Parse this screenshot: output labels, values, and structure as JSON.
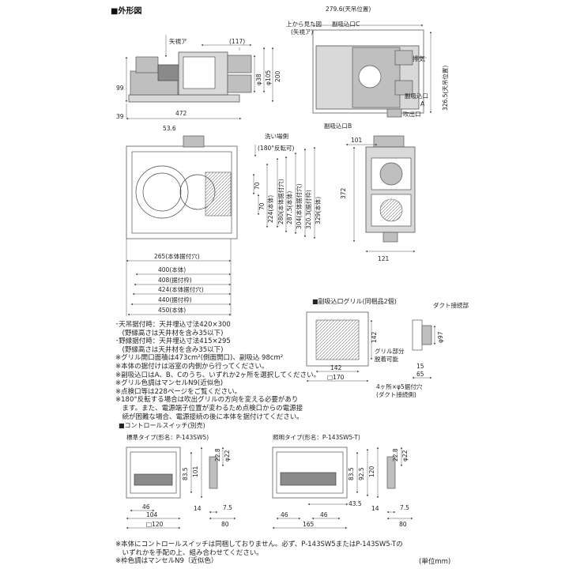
{
  "section_title": "■外形図",
  "top_left": {
    "arrow_view": "矢視ア",
    "dim_117": "(117)",
    "dim_99": "99",
    "dim_39": "39",
    "dim_472": "472",
    "dim_38": "φ38",
    "dim_105": "φ105",
    "dim_200": "200"
  },
  "top_right": {
    "dim_279_6": "279.6(天吊位置)",
    "from_above": "上から見た図",
    "arrow_view": "(矢視ア)",
    "sub_inlet_c": "副吸込口C",
    "exhaust": "排気",
    "dim_326_5": "326.5(天吊位置)",
    "sub_inlet_a": "副吸込口",
    "a": "A",
    "outlet": "吹出口",
    "sub_inlet_b": "副吸込口B"
  },
  "middle": {
    "dim_53_6": "53.6",
    "wash_side": "洗い場側",
    "rotatable": "(180°反転可)",
    "dim_70": "70",
    "dim_70b": "70",
    "dim_224": "224(本体)",
    "dim_280": "280(本体据付穴)",
    "dim_287_5": "287.5(本体)",
    "dim_304": "304(本体据付穴)",
    "dim_320_3": "320.3(据付枠)",
    "dim_329": "329(本体)",
    "dim_265": "265(本体据付穴)",
    "dim_400": "400(本体)",
    "dim_408": "408(据付枠)",
    "dim_424": "424(本体据付穴)",
    "dim_440": "440(据付枠)",
    "dim_450": "450(本体)"
  },
  "side_view": {
    "dim_101": "101",
    "dim_372": "372",
    "dim_121": "121"
  },
  "grille": {
    "title": "■副吸込口グリル(同梱品2個)",
    "duct_conn": "ダクト接続部",
    "dim_142v": "142",
    "dim_97": "φ97",
    "grille_part": "グリル部分",
    "removable": "脱着可能",
    "dim_142h": "142",
    "dim_170": "□170",
    "dim_15": "15",
    "dim_65": "65",
    "holes": "4ヶ所×φ5据付穴",
    "holes2": "(ダクト接続側)"
  },
  "notes": [
    "･天吊据付時：天井埋込寸法420×300",
    "　(野縁高さは天井材を含み35以下)",
    "･野縁据付時：天井埋込寸法415×295",
    "　(野縁高さは天井材を含み35以下)",
    "※グリル開口面積は473cm²(側面開口)、副吸込 98cm²",
    "※本体の据付けは浴室の内側から行ってください。",
    "※副吸込口はA、B、Cのうち、いずれか2ヶ所を選択してください。",
    "※グリル色調はマンセルN9(近似色)",
    "※点検口等は228ページをご覧ください。",
    "※180°反転する場合は吹出グリルの方向を変える必要があり",
    "　ます。また、電源端子位置が変わるため点検口からの電源接",
    "　続が困難な場合、電源接続の後に本体を据付けてください。"
  ],
  "switch": {
    "title": "■コントロールスイッチ(別売)",
    "std_type": "標準タイプ(形名：P-143SW5)",
    "light_type": "照明タイプ(形名：P-143SW5-T)",
    "s_83_5": "83.5",
    "s_101": "101",
    "s_22_8": "22.8",
    "s_22": "φ22",
    "s_46": "46",
    "s_104": "104",
    "s_120": "□120",
    "s_14": "14",
    "s_7_5": "7.5",
    "s_80": "80",
    "l_83_5": "83.5",
    "l_92_5": "92.5",
    "l_120": "120",
    "l_22_8": "22.8",
    "l_22": "φ22",
    "l_43_5": "43.5",
    "l_46": "46",
    "l_46b": "46",
    "l_165": "165",
    "l_14": "14",
    "l_7_5": "7.5",
    "l_80": "80"
  },
  "bottom_notes": [
    "※本体にコントロールスイッチは同梱しておりません。必ず、P-143SW5またはP-143SW5-Tの",
    "　いずれかを手配の上、組み合わせてください。",
    "※枠色調はマンセルN9（近似色）"
  ],
  "unit": "(単位mm)"
}
